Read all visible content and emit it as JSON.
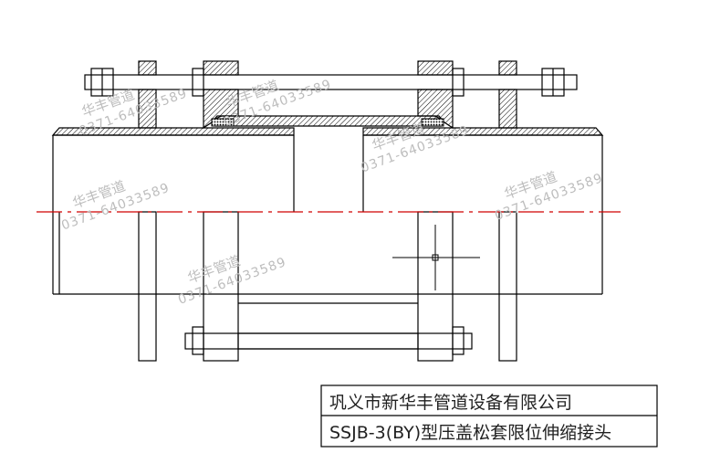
{
  "drawing": {
    "company": "巩义市新华丰管道设备有限公司",
    "product": "SSJB-3(BY)型压盖松套限位伸缩接头",
    "colors": {
      "line": "#000000",
      "centerline": "#d00000",
      "watermark": "#bdbdbd"
    }
  },
  "watermarks": [
    {
      "name": "华丰管道",
      "phone": "0371-64033589"
    },
    {
      "name": "华丰管道",
      "phone": "0371-64033589"
    },
    {
      "name": "华丰管道",
      "phone": "0371-64033589"
    },
    {
      "name": "华丰管道",
      "phone": "0371-64033589"
    },
    {
      "name": "华丰管道",
      "phone": "0371-64033589"
    },
    {
      "name": "华丰管道",
      "phone": "0371-64033589"
    }
  ]
}
